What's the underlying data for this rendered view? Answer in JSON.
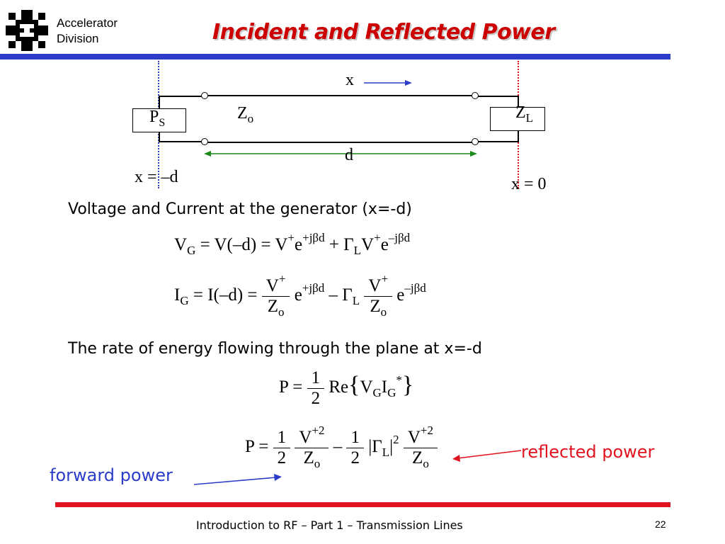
{
  "header": {
    "org_line1": "Accelerator",
    "org_line2": "Division",
    "title": "Incident and Reflected Power"
  },
  "diagram": {
    "x_label": "x",
    "zo_label": "Z",
    "zo_sub": "o",
    "ps_label": "P",
    "ps_sub": "S",
    "zl_label": "Z",
    "zl_sub": "L",
    "d_label": "d",
    "x_minus_d": "x = –d",
    "x_zero": "x = 0"
  },
  "text": {
    "gen_heading": "Voltage and Current at the generator (x=-d)",
    "energy_heading": "The rate of energy flowing through the plane at  x=-d",
    "forward_power": "forward power",
    "reflected_power": "reflected power"
  },
  "footer": {
    "caption": "Introduction to RF – Part 1 – Transmission Lines",
    "page": "22"
  },
  "colors": {
    "title_red": "#cc0000",
    "accent_blue": "#2a3cc8",
    "accent_red": "#e0141e",
    "arrow_green": "#1a8a1a"
  },
  "icons": {
    "logo": "fermilab-logo"
  }
}
